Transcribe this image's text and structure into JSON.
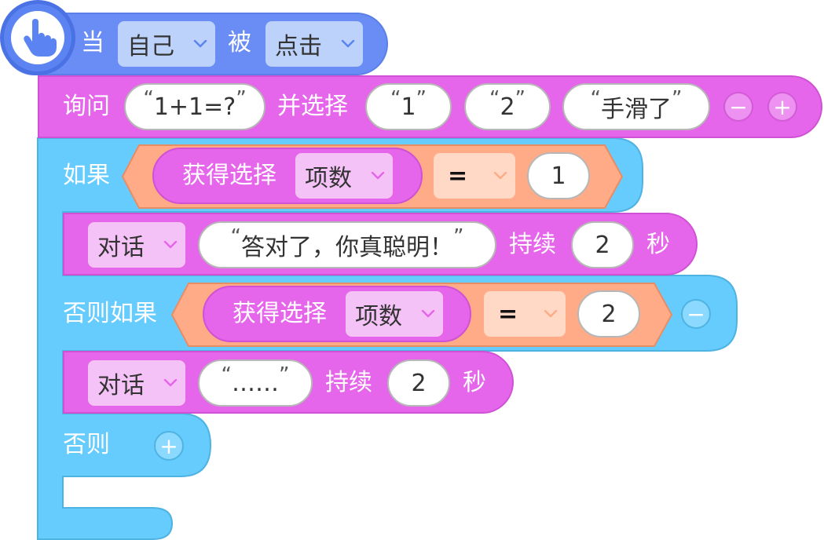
{
  "event": {
    "when": "当",
    "target": "自己",
    "verb": "被",
    "action": "点击"
  },
  "ask": {
    "label": "询问",
    "question": "1+1=?",
    "choose_label": "并选择",
    "options": [
      "1",
      "2",
      "手滑了"
    ]
  },
  "if_block": {
    "label": "如果",
    "reporter": "获得选择",
    "property": "项数",
    "operator": "=",
    "value": "1",
    "say": {
      "label": "对话",
      "text": "答对了，你真聪明！",
      "for_label": "持续",
      "seconds": "2",
      "unit": "秒"
    }
  },
  "else_if_block": {
    "label": "否则如果",
    "reporter": "获得选择",
    "property": "项数",
    "operator": "=",
    "value": "2",
    "say": {
      "label": "对话",
      "text": "……",
      "for_label": "持续",
      "seconds": "2",
      "unit": "秒"
    }
  },
  "else_block": {
    "label": "否则"
  },
  "icons": {
    "open_quote": "“",
    "close_quote": "”",
    "minus": "−",
    "plus": "+"
  },
  "colors": {
    "event_blue": "#6a8df5",
    "event_dark": "#5278ea",
    "looks_pink": "#e566ea",
    "control_cyan": "#66ccfe",
    "operator_orange": "#ffab87",
    "dropdown_blue": "#bcd2fb",
    "dropdown_pink": "#f4c2f6",
    "dropdown_orange": "#ffd8c6"
  }
}
